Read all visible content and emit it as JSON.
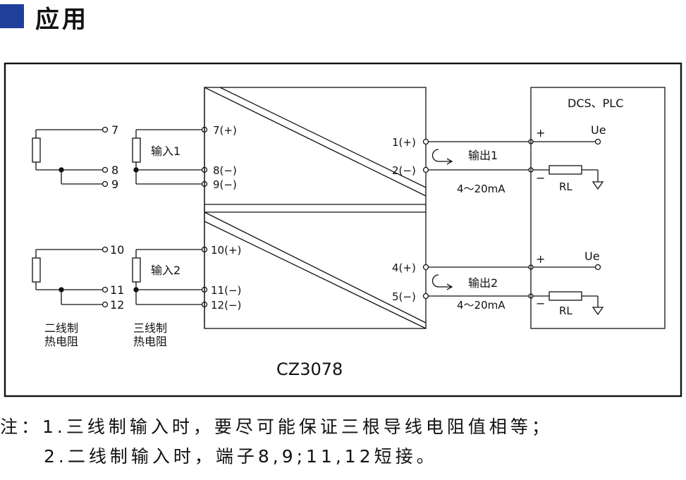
{
  "page_title": "应用",
  "colors": {
    "title_block": "#1f3f9a",
    "line": "#111111"
  },
  "diagram": {
    "left_sensor_2wire": {
      "terminals": [
        "7",
        "8",
        "9",
        "10",
        "11",
        "12"
      ],
      "caption_line1": "二线制",
      "caption_line2": "热电阻"
    },
    "left_sensor_3wire": {
      "input1_label": "输入1",
      "input2_label": "输入2",
      "caption_line1": "三线制",
      "caption_line2": "热电阻"
    },
    "module": {
      "name": "CZ3078",
      "input_terminals": [
        "7(+)",
        "8(−)",
        "9(−)",
        "10(+)",
        "11(−)",
        "12(−)"
      ],
      "output_terminals": [
        "1(+)",
        "2(−)",
        "4(+)",
        "5(−)"
      ]
    },
    "outputs": [
      {
        "label": "输出1",
        "range": "4～20mA"
      },
      {
        "label": "输出2",
        "range": "4～20mA"
      }
    ],
    "receiver": {
      "name": "DCS、PLC",
      "supply_label": "Ue",
      "load_label": "RL",
      "plus": "+",
      "minus": "−"
    }
  },
  "notes": {
    "line1": "注：1.三线制输入时，要尽可能保证三根导线电阻值相等；",
    "line2": "2.二线制输入时，端子8,9;11,12短接。"
  }
}
